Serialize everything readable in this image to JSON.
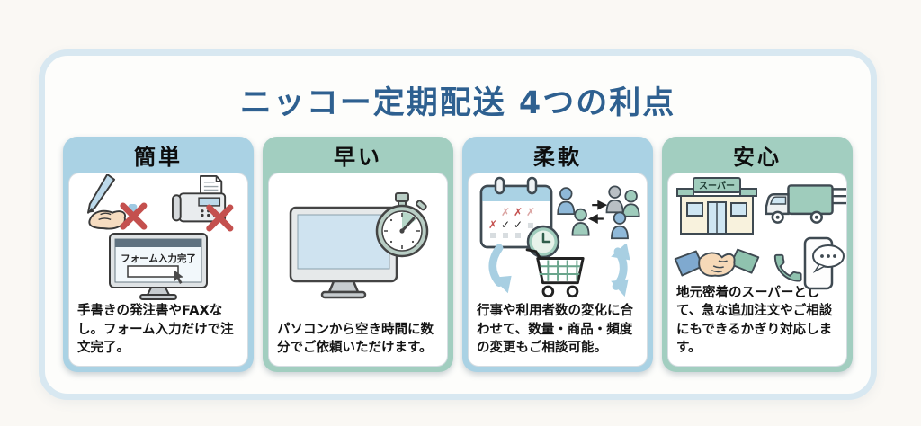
{
  "page": {
    "title": "ニッコー定期配送 4つの利点",
    "background": "#faf8f4",
    "panel_border": "#d8e8f1",
    "title_color": "#2e6090"
  },
  "colors": {
    "accent_blue": "#aad2e4",
    "accent_green": "#a2cec0",
    "cross_red": "#c4504e",
    "arrow_blue": "#a8cfe2"
  },
  "cards": [
    {
      "id": "kantan",
      "title": "簡単",
      "accent": "#aad2e4",
      "icons": [
        "handwriting-crossed-icon",
        "fax-crossed-icon",
        "order-form-monitor-icon"
      ],
      "monitor_label": "フォーム入力完了",
      "description": "手書きの発注書やFAXなし。フォーム入力だけで注文完了。"
    },
    {
      "id": "hayai",
      "title": "早い",
      "accent": "#a2cec0",
      "icons": [
        "computer-stopwatch-icon"
      ],
      "description": "パソコンから空き時間に数分でご依頼いただけます。"
    },
    {
      "id": "junan",
      "title": "柔軟",
      "accent": "#aad2e4",
      "icons": [
        "calendar-clock-icon",
        "people-exchange-icon",
        "shopping-cart-arrows-icon"
      ],
      "description": "行事や利用者数の変化に合わせて、数量・商品・頻度の変更もご相談可能。"
    },
    {
      "id": "anshin",
      "title": "安心",
      "accent": "#a2cec0",
      "icons": [
        "supermarket-icon",
        "delivery-truck-icon",
        "handshake-icon",
        "phone-chat-icon"
      ],
      "store_sign": "スーパー",
      "description": "地元密着のスーパーとして、急な追加注文やご相談にもできるかぎり対応します。"
    }
  ]
}
